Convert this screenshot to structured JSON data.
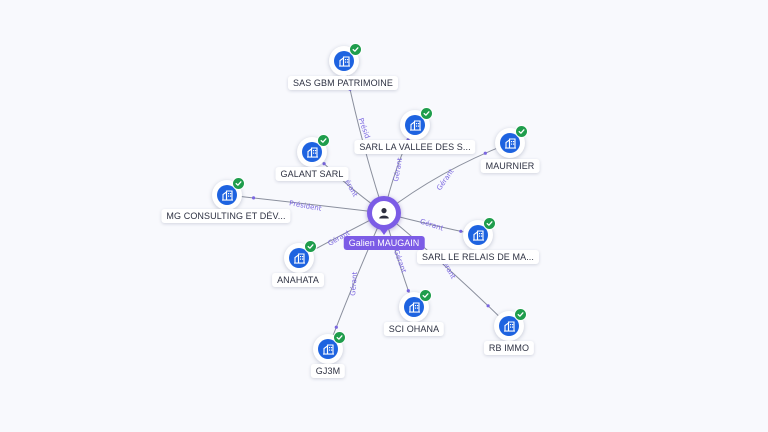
{
  "center": {
    "label": "Galien MAUGAIN",
    "icon": "person-icon",
    "color": "#7c5ce6"
  },
  "colors": {
    "company": "#1e63e0",
    "verified": "#1f9d4c",
    "edge_label": "#7a66e0"
  },
  "nodes": [
    {
      "id": "sas-gbm",
      "label": "SAS GBM PATRIMOINE",
      "edge_label": "Présid"
    },
    {
      "id": "sarl-vallee",
      "label": "SARL LA VALLEE DES S...",
      "edge_label": "Gérant"
    },
    {
      "id": "maurnier",
      "label": "MAURNIER",
      "edge_label": "Gérant"
    },
    {
      "id": "galant",
      "label": "GALANT SARL",
      "edge_label": "Gérant"
    },
    {
      "id": "mg-consulting",
      "label": "MG CONSULTING ET DÉV...",
      "edge_label": "Président"
    },
    {
      "id": "sarl-relais",
      "label": "SARL LE RELAIS DE MA...",
      "edge_label": "Gérant"
    },
    {
      "id": "anahata",
      "label": "ANAHATA",
      "edge_label": "Gérant"
    },
    {
      "id": "sci-ohana",
      "label": "SCI OHANA",
      "edge_label": "Gérant"
    },
    {
      "id": "rb-immo",
      "label": "RB IMMO",
      "edge_label": "Gérant"
    },
    {
      "id": "gj3m",
      "label": "GJ3M",
      "edge_label": "Gérant"
    }
  ]
}
